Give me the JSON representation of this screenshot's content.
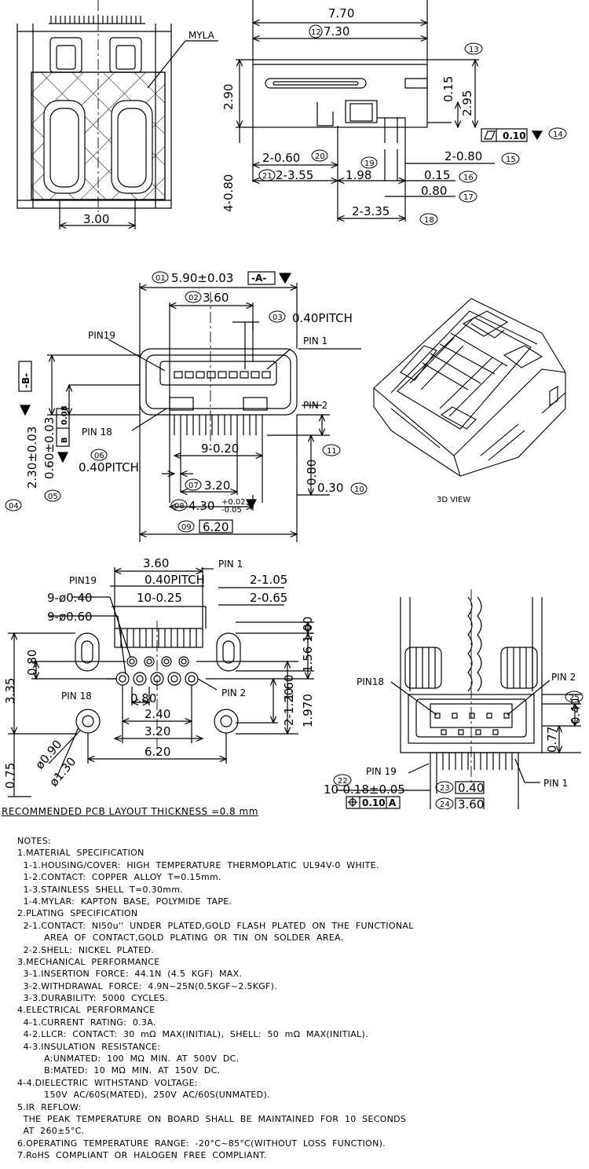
{
  "top_left": {
    "mylar": "MYLA",
    "dim_300": "3.00"
  },
  "top_right": {
    "overall": "7.70",
    "c12": "12",
    "len": "7.30",
    "c13": "13",
    "h290": "2.90",
    "h295": "2.95",
    "h015": "0.15",
    "h080": "4-0.80",
    "flatness": "0.10",
    "c14": "14",
    "d260": "2-0.60",
    "c20": "20",
    "c19": "19",
    "d080": "2-0.80",
    "c15": "15",
    "c21": "21",
    "d355": "2-3.55",
    "d198": "1.98",
    "d015": "0.15",
    "c16": "16",
    "d080b": "0.80",
    "c17": "17",
    "d335": "2-3.35",
    "c18": "18"
  },
  "front": {
    "c01": "01",
    "width": "5.90±0.03",
    "datum_a": "-A-",
    "c02": "02",
    "d360": "3.60",
    "c03": "03",
    "pitch": "0.40PITCH",
    "pin19": "PIN19",
    "pin1": "PIN 1",
    "pin2": "PIN 2",
    "pin18": "PIN 18",
    "datum_b": "-B-",
    "h230": "2.30±0.03",
    "h060": "0.60±0.03",
    "tol": "0.08",
    "tol_datum": "B",
    "c04": "04",
    "c05": "05",
    "c06": "06",
    "pitch2": "0.40PITCH",
    "d920": "9-0.20",
    "c11": "11",
    "h080": "0.80",
    "h030": "0.30",
    "c10": "10",
    "c07": "07",
    "d320": "3.20",
    "c08": "08",
    "d430": "4.30",
    "tol_p": "+0.02",
    "tol_m": "-0.05",
    "c09": "09",
    "d620": "6.20"
  },
  "view3d": {
    "label": "3D VIEW"
  },
  "pcb": {
    "d360": "3.60",
    "pin1": "PIN 1",
    "pin19": "PIN19",
    "pitch": "0.40PITCH",
    "d2105": "2-1.05",
    "hole040": "9-ø0.40",
    "d1025": "10-0.25",
    "d2065": "2-0.65",
    "hole060": "9-ø0.60",
    "h100": "1.00",
    "h156": "1.56",
    "h080": "0.80",
    "h335": "3.35",
    "pin18": "PIN 18",
    "pin2": "PIN 2",
    "d080": "0.80",
    "h2120": "2-1.20",
    "h160": "1.60",
    "h1970": "1.970",
    "d240": "2.40",
    "d320": "3.20",
    "d620": "6.20",
    "h075": "0.75",
    "o090": "ø0.90",
    "o130": "ø1.30"
  },
  "bottom": {
    "pin18": "PIN18",
    "pin2": "PIN 2",
    "c25": "25",
    "h040": "0.40",
    "h077": "0.77",
    "pin19": "PIN 19",
    "pin1": "PIN 1",
    "c22": "22",
    "d1018": "10-0.18±0.05",
    "pos": "0.10",
    "pos_datum": "A",
    "c23": "23",
    "d040": "0.40",
    "c24": "24",
    "d360": "3.60"
  },
  "pcb_note": "RECOMMENDED  PCB  LAYOUT  THICKNESS  =0.8  mm",
  "notes": [
    "NOTES:",
    "1.MATERIAL  SPECIFICATION",
    "  1-1.HOUSING/COVER:  HIGH  TEMPERATURE  THERMOPLATIC  UL94V-0  WHITE.",
    "  1-2.CONTACT:  COPPER  ALLOY  T=0.15mm.",
    "  1-3.STAINLESS  SHELL  T=0.30mm.",
    "  1-4.MYLAR:  KAPTON  BASE,  POLYMIDE  TAPE.",
    "2.PLATING  SPECIFICATION",
    "  2-1.CONTACT:  NI50u''  UNDER  PLATED,GOLD  FLASH  PLATED  ON  THE  FUNCTIONAL",
    "         AREA  OF  CONTACT,GOLD  PLATING  OR  TIN  ON  SOLDER  AREA.",
    "  2-2.SHELL:  NICKEL  PLATED.",
    "3.MECHANICAL  PERFORMANCE",
    "  3-1.INSERTION  FORCE:  44.1N  (4.5  KGF)  MAX.",
    "  3-2.WITHDRAWAL  FORCE:  4.9N~25N(0.5KGF~2.5KGF).",
    "  3-3.DURABILITY:  5000  CYCLES.",
    "4.ELECTRICAL  PERFORMANCE",
    "  4-1.CURRENT  RATING:  0.3A.",
    "  4-2.LLCR:  CONTACT:  30  mΩ  MAX(INITIAL),  SHELL:  50  mΩ  MAX(INITIAL).",
    "  4-3.INSULATION  RESISTANCE:",
    "         A:UNMATED:  100  MΩ  MIN.  AT  500V  DC.",
    "         B:MATED:  10  MΩ  MIN.  AT  150V  DC.",
    "4-4.DIELECTRIC  WITHSTAND  VOLTAGE:",
    "         150V  AC/60S(MATED),  250V  AC/60S(UNMATED).",
    "5.IR  REFLOW:",
    "  THE  PEAK  TEMPERATURE  ON  BOARD  SHALL  BE  MAINTAINED  FOR  10  SECONDS",
    "  AT  260±5°C.",
    "6.OPERATING  TEMPERATURE  RANGE:  -20°C~85°C(WITHOUT  LOSS  FUNCTION).",
    "7.RoHS  COMPLIANT  OR  HALOGEN  FREE  COMPLIANT."
  ]
}
